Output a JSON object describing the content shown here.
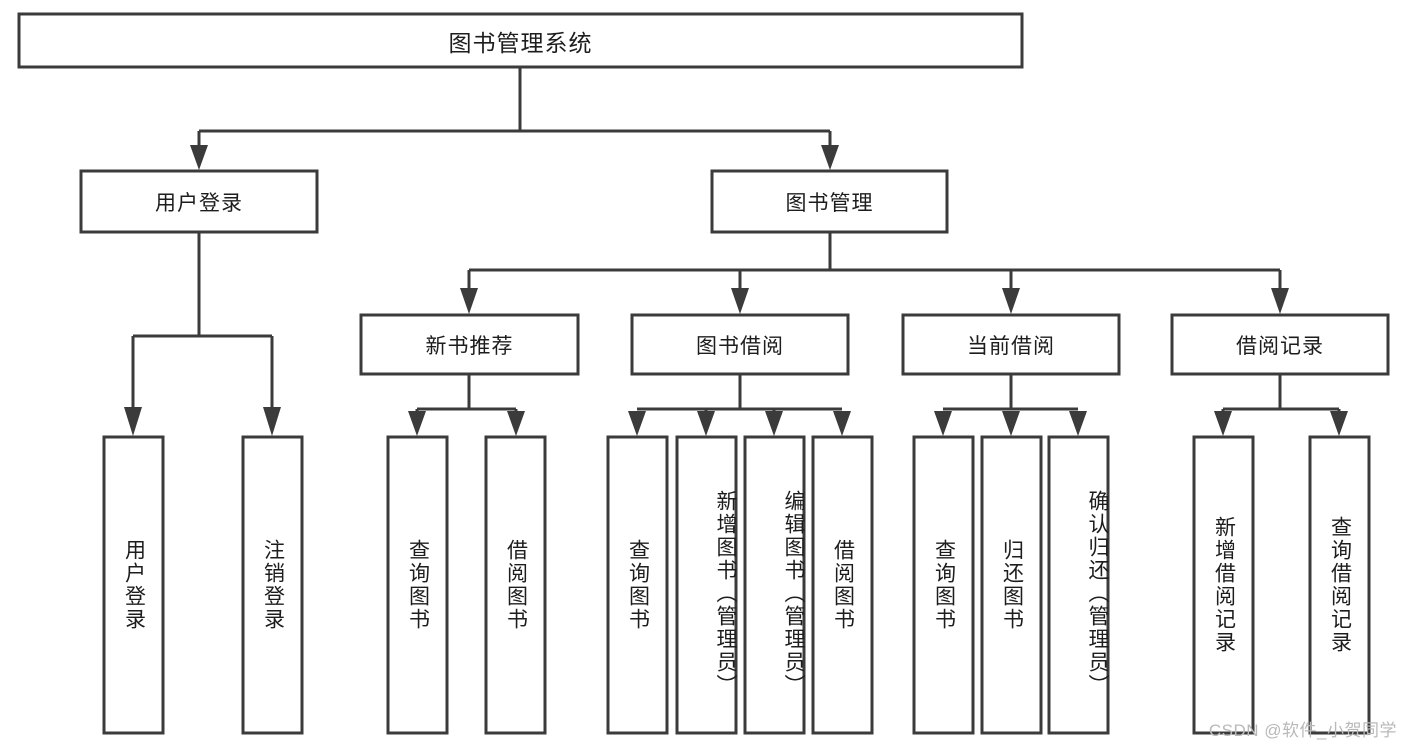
{
  "diagram": {
    "title": "图书管理系统",
    "type": "tree-hierarchy",
    "watermark": "CSDN @软件_小贺同学",
    "colors": {
      "stroke": "#3b3b3b",
      "fill": "#ffffff",
      "text": "#1d1d1d",
      "watermark": "#b9b9b9"
    },
    "root": {
      "label": "图书管理系统"
    },
    "level2": [
      {
        "label": "用户登录"
      },
      {
        "label": "图书管理"
      }
    ],
    "level3": [
      {
        "label": "新书推荐"
      },
      {
        "label": "图书借阅"
      },
      {
        "label": "当前借阅"
      },
      {
        "label": "借阅记录"
      }
    ],
    "leaves": {
      "user_login": [
        {
          "label": "用户登录"
        },
        {
          "label": "注销登录"
        }
      ],
      "new_book": [
        {
          "label": "查询图书"
        },
        {
          "label": "借阅图书"
        }
      ],
      "book_borrow": [
        {
          "label": "查询图书"
        },
        {
          "label": "新增图书（管理员）"
        },
        {
          "label": "编辑图书（管理员）"
        },
        {
          "label": "借阅图书"
        }
      ],
      "current_borrow": [
        {
          "label": "查询图书"
        },
        {
          "label": "归还图书"
        },
        {
          "label": "确认归还（管理员）"
        }
      ],
      "borrow_record": [
        {
          "label": "新增借阅记录"
        },
        {
          "label": "查询借阅记录"
        }
      ]
    }
  }
}
